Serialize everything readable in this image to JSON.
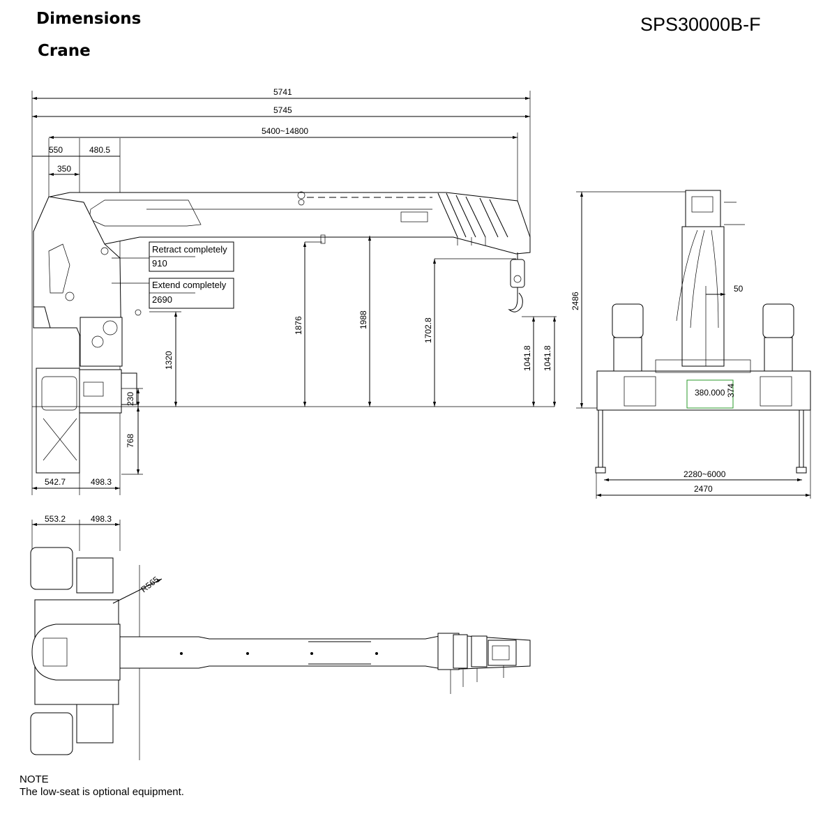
{
  "header": {
    "title": "Dimensions",
    "subtitle": "Crane",
    "model": "SPS30000B-F"
  },
  "side_view": {
    "overall_length_1": "5741",
    "overall_length_2": "5745",
    "reach_range": "5400~14800",
    "offset_550": "550",
    "offset_480_5": "480.5",
    "offset_350": "350",
    "retract_label": "Retract completely",
    "retract_value": "910",
    "extend_label": "Extend completely",
    "extend_value": "2690",
    "height_1320": "1320",
    "height_1876": "1876",
    "height_1988": "1988",
    "height_1702_8": "1702.8",
    "height_1041_8_a": "1041.8",
    "height_1041_8_b": "1041.8",
    "height_230": "230",
    "height_768": "768",
    "base_542_7": "542.7",
    "base_498_3": "498.3"
  },
  "front_view": {
    "height_2486": "2486",
    "offset_50": "50",
    "width_380": "380.000",
    "height_374": "374",
    "outrigger_range": "2280~6000",
    "width_2470": "2470"
  },
  "top_view": {
    "width_553_2": "553.2",
    "width_498_3": "498.3",
    "radius_r565": "R565"
  },
  "note": {
    "title": "NOTE",
    "text": "The low-seat is optional equipment."
  }
}
